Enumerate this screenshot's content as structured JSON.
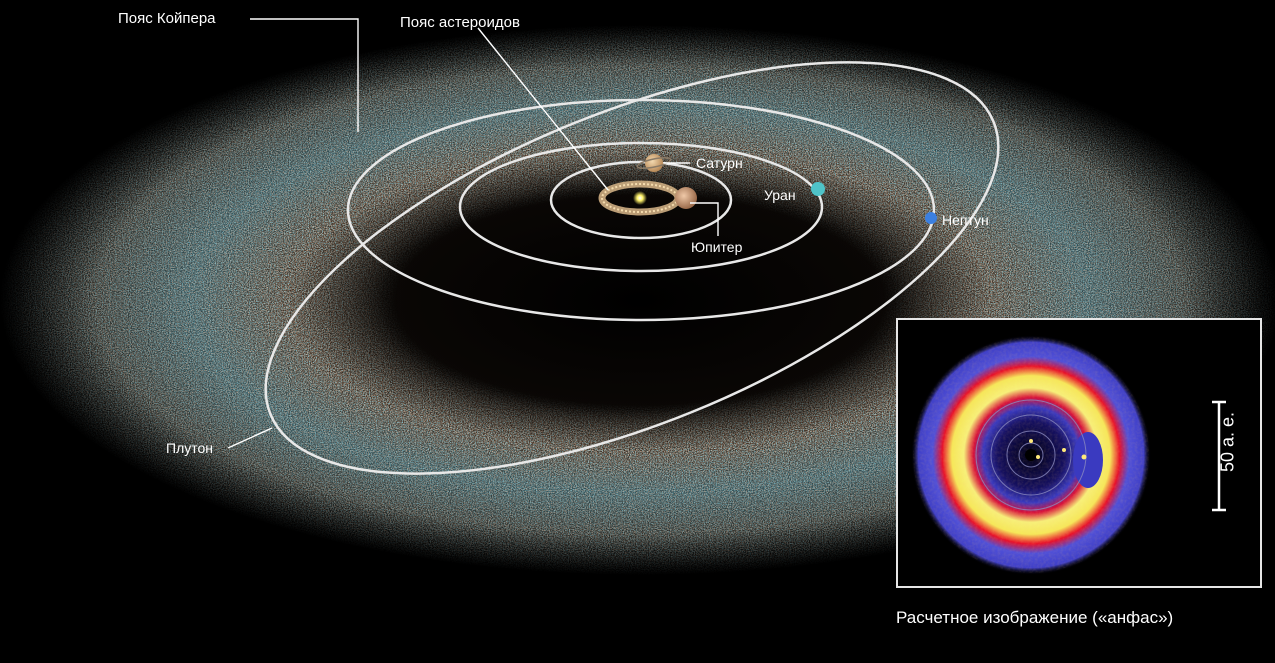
{
  "labels": {
    "kuiper_belt": "Пояс Койпера",
    "asteroid_belt": "Пояс астероидов",
    "saturn": "Сатурн",
    "jupiter": "Юпитер",
    "uranus": "Уран",
    "neptune": "Нептун",
    "pluto": "Плутон"
  },
  "inset": {
    "scale_label": "50 а. е.",
    "caption": "Расчетное изображение («анфас»)"
  },
  "colors": {
    "background": "#000000",
    "orbit": "#e8e8e8",
    "dust_orange": "#d9a070",
    "dust_teal": "#3fa7b8",
    "uranus": "#4fc3c8",
    "neptune": "#3b7fe0",
    "sun": "#fff36a",
    "inset_red": "#e8102a",
    "inset_yellow": "#f5f06a",
    "inset_blue": "#4040c8"
  },
  "icons": [
    "saturn-icon",
    "jupiter-icon",
    "uranus-icon",
    "neptune-icon",
    "sun-icon"
  ]
}
